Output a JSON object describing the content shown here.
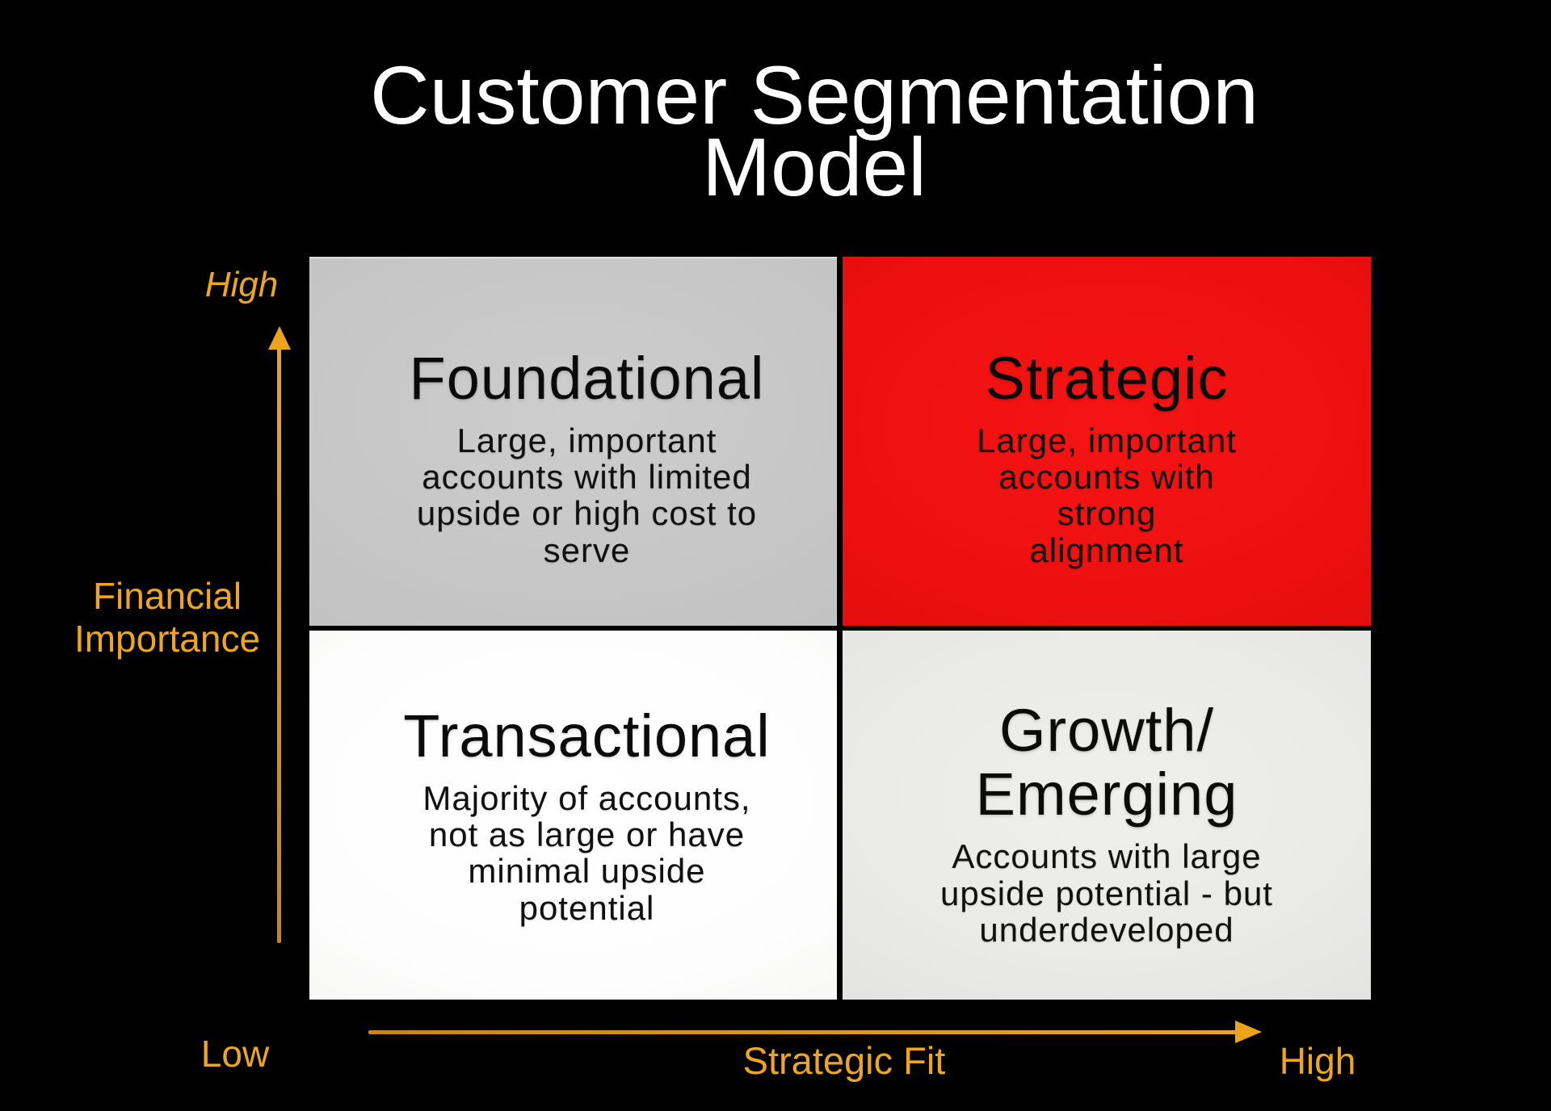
{
  "title": {
    "text": "Customer Segmentation\nModel"
  },
  "colors": {
    "background": "#000000",
    "title_text": "#FFFFFF",
    "accent_gold": "#EDA61D",
    "quadrant_text": "#0B0B0B",
    "quadrant_foundational_bg": "#C6C6C6",
    "quadrant_strategic_bg": "#EE1010",
    "quadrant_transactional_bg": "#FDFDFD",
    "quadrant_growth_bg": "#E9E9E7"
  },
  "axes": {
    "y": {
      "title": "Financial\nImportance",
      "high": "High",
      "low": "Low"
    },
    "x": {
      "title": "Strategic Fit",
      "high": "High"
    }
  },
  "quadrants": [
    {
      "key": "foundational",
      "position": "top-left",
      "title": "Foundational",
      "description": "Large, important\naccounts with limited\nupside or high cost to\nserve"
    },
    {
      "key": "strategic",
      "position": "top-right",
      "title": "Strategic",
      "description": "Large, important\naccounts with\nstrong\nalignment"
    },
    {
      "key": "transactional",
      "position": "bottom-left",
      "title": "Transactional",
      "description": "Majority of accounts,\nnot as large or have\nminimal upside\npotential"
    },
    {
      "key": "growth-emerging",
      "position": "bottom-right",
      "title": "Growth/\nEmerging",
      "description": "Accounts with large\nupside potential - but\nunderdeveloped"
    }
  ]
}
